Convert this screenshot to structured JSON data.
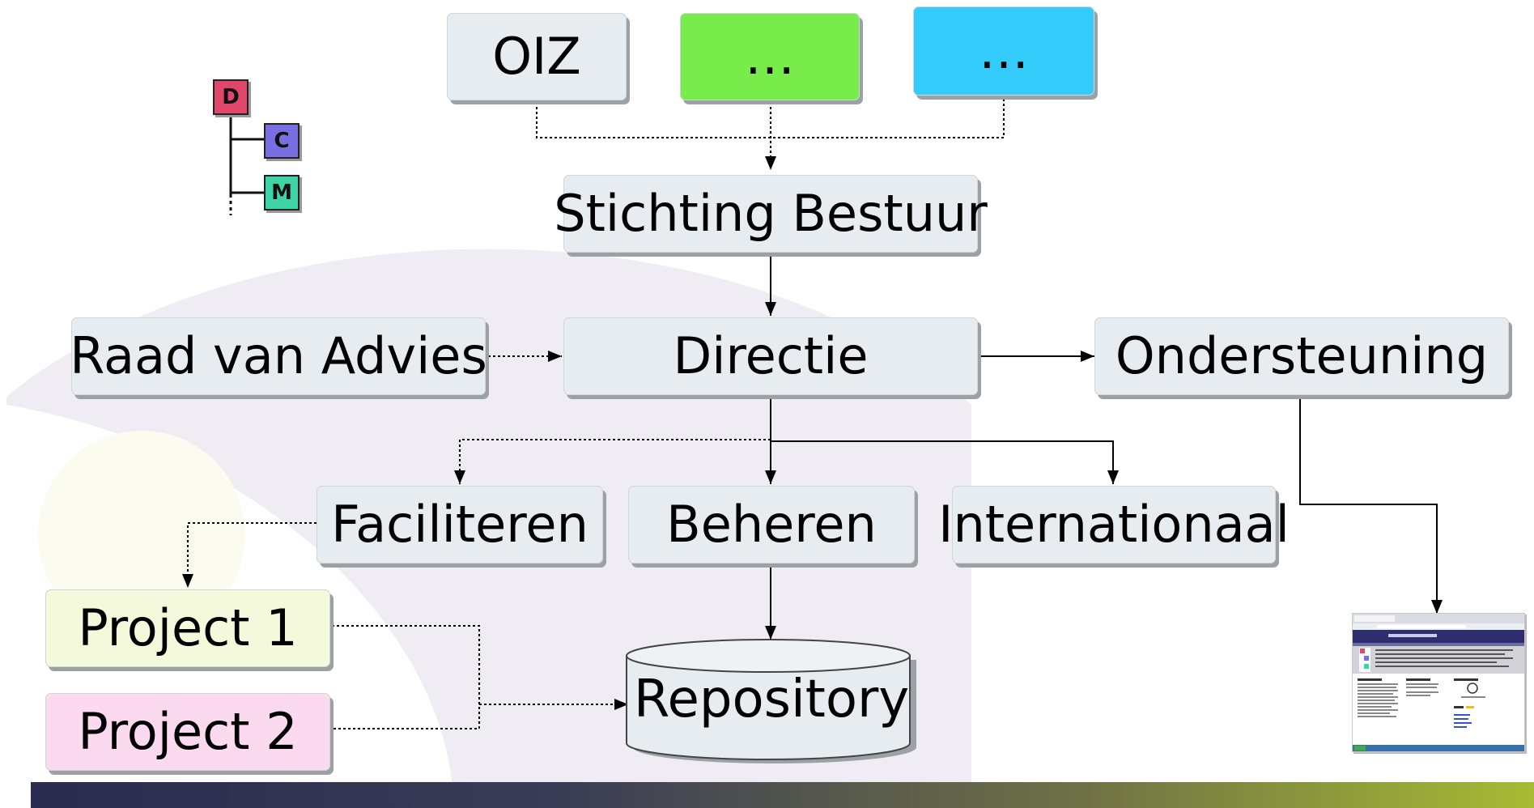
{
  "diagram": {
    "nodes": {
      "oiz": "OIZ",
      "ellipsis_green": "…",
      "ellipsis_cyan": "…",
      "stichting_bestuur": "Stichting Bestuur",
      "raad_van_advies": "Raad van Advies",
      "directie": "Directie",
      "ondersteuning": "Ondersteuning",
      "faciliteren": "Faciliteren",
      "beheren": "Beheren",
      "internationaal": "Internationaal",
      "project_1": "Project 1",
      "project_2": "Project 2",
      "repository": "Repository"
    },
    "logo": {
      "d": "D",
      "c": "C",
      "m": "M"
    },
    "thumbnail": {
      "title": "Detailed Clinical Models.nl"
    },
    "colors": {
      "node_fill": "#e6ecef",
      "green_fill": "#77ec4a",
      "cyan_fill": "#33cbf9",
      "project1_fill": "#f4f9dc",
      "project2_fill": "#fbd9ef",
      "logo_d": "#e0476a",
      "logo_c": "#7a6fe0",
      "logo_m": "#3fd3a8",
      "bar_start": "#2a2b50",
      "bar_end": "#a6bb33"
    }
  }
}
